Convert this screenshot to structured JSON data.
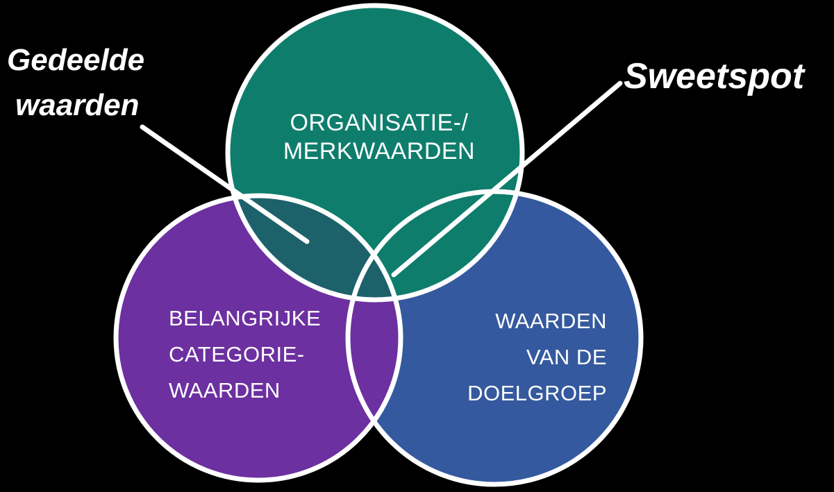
{
  "diagram": {
    "type": "venn-3",
    "background": "#000000",
    "colors": {
      "organisatie_circle": "#0E7D6C",
      "categorie_circle": "#6C30A0",
      "doelgroep_circle": "#35599E",
      "organisatie_categorie_overlap": "#1D626B",
      "outline": "#FFFFFF",
      "text": "#FFFFFF"
    },
    "circles": {
      "organisatie": {
        "line1": "ORGANISATIE-/",
        "line2": "MERKWAARDEN"
      },
      "categorie": {
        "line1": "BELANGRIJKE",
        "line2": "CATEGORIE-",
        "line3": "WAARDEN"
      },
      "doelgroep": {
        "line1": "WAARDEN",
        "line2": "VAN DE",
        "line3": "DOELGROEP"
      }
    },
    "annotations": {
      "gedeelde_waarden": {
        "line1": "Gedeelde",
        "line2": "waarden"
      },
      "sweetspot": {
        "label": "Sweetspot"
      }
    }
  }
}
